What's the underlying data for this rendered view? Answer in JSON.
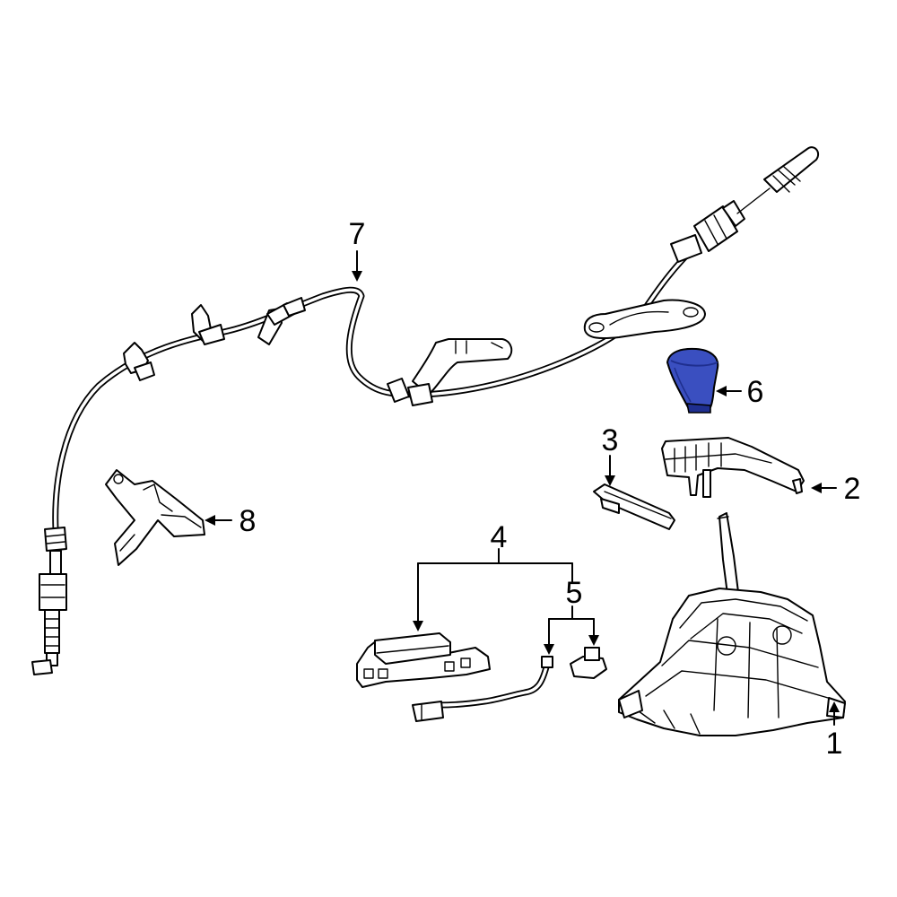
{
  "diagram": {
    "callouts": [
      {
        "id": "1",
        "label": "1"
      },
      {
        "id": "2",
        "label": "2"
      },
      {
        "id": "3",
        "label": "3"
      },
      {
        "id": "4",
        "label": "4"
      },
      {
        "id": "5",
        "label": "5"
      },
      {
        "id": "6",
        "label": "6"
      },
      {
        "id": "7",
        "label": "7"
      },
      {
        "id": "8",
        "label": "8"
      }
    ],
    "highlight_part": "6",
    "colors": {
      "highlight_fill": "#3a4fc0",
      "highlight_dark": "#1f2f8f",
      "line": "#000000",
      "background": "#ffffff"
    }
  }
}
